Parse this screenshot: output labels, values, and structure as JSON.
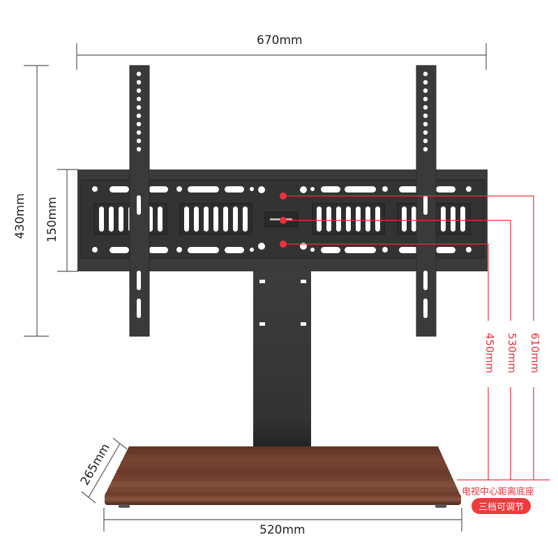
{
  "product": "Tabletop TV stand with VESA mount bracket and wooden base",
  "dimensions": {
    "overall_width": "670mm",
    "overall_bracket_height": "430mm",
    "crossbar_height": "150mm",
    "base_width": "520mm",
    "base_depth": "265mm"
  },
  "height_positions": {
    "levels": [
      "610mm",
      "530mm",
      "450mm"
    ],
    "caption": "电视中心距离底座",
    "badge": "三档可调节"
  },
  "colors": {
    "bracket": "#3a3a3a",
    "bracket_dark": "#2a2a2a",
    "wood": "#6b3a2a",
    "wood_light": "#8a4e38",
    "annotation_red": "#f0303a",
    "dimension_line": "#555555"
  }
}
